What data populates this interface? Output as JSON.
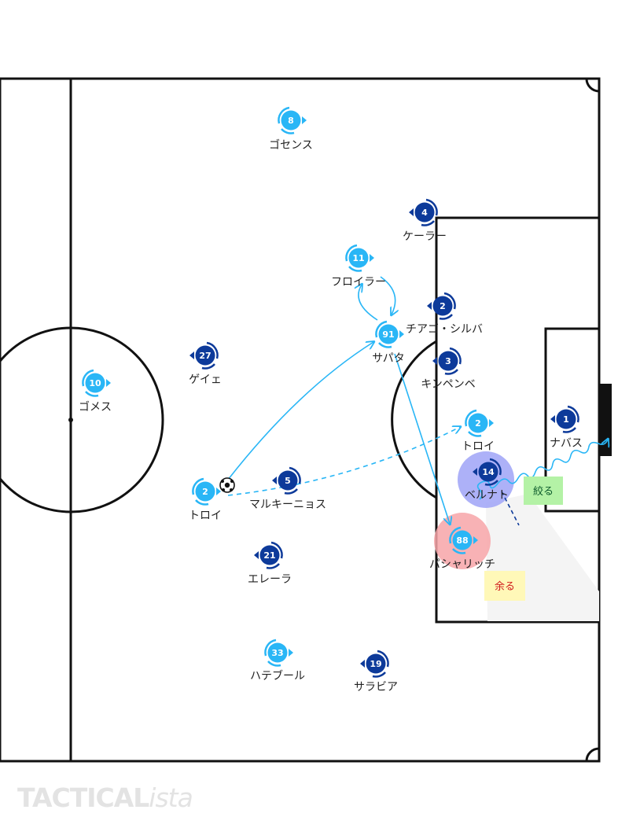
{
  "colors": {
    "home": "#29b6f6",
    "away": "#0d3a9a",
    "arrow": "#29b6f6",
    "pitch_line": "#111111",
    "highlight_violet": "#9fa3f7",
    "highlight_red": "#f7a5a8",
    "tag_green": "#b4f2a6",
    "tag_yellow": "#fff8b8"
  },
  "players": [
    {
      "num": "8",
      "name": "ゴセンス",
      "team": "home"
    },
    {
      "num": "10",
      "name": "ゴメス",
      "team": "home"
    },
    {
      "num": "11",
      "name": "フロイラー",
      "team": "home"
    },
    {
      "num": "91",
      "name": "サパタ",
      "team": "home"
    },
    {
      "num": "2",
      "name": "トロイ",
      "team": "home"
    },
    {
      "num": "2",
      "name": "トロイ",
      "team": "home"
    },
    {
      "num": "88",
      "name": "パシャリッチ",
      "team": "home"
    },
    {
      "num": "33",
      "name": "ハテブール",
      "team": "home"
    },
    {
      "num": "4",
      "name": "ケーラー",
      "team": "away"
    },
    {
      "num": "2",
      "name": "チアゴ・シルバ",
      "team": "away"
    },
    {
      "num": "3",
      "name": "キンペンベ",
      "team": "away"
    },
    {
      "num": "27",
      "name": "ゲイェ",
      "team": "away"
    },
    {
      "num": "5",
      "name": "マルキーニョス",
      "team": "away"
    },
    {
      "num": "21",
      "name": "エレーラ",
      "team": "away"
    },
    {
      "num": "19",
      "name": "サラビア",
      "team": "away"
    },
    {
      "num": "14",
      "name": "ベルナト",
      "team": "away"
    },
    {
      "num": "1",
      "name": "ナバス",
      "team": "away"
    }
  ],
  "tags": [
    {
      "text": "絞る",
      "color": "#0b5a2b"
    },
    {
      "text": "余る",
      "color": "#d01c1c"
    }
  ],
  "watermark": {
    "main": "TACTICAL",
    "italic": "ista"
  }
}
